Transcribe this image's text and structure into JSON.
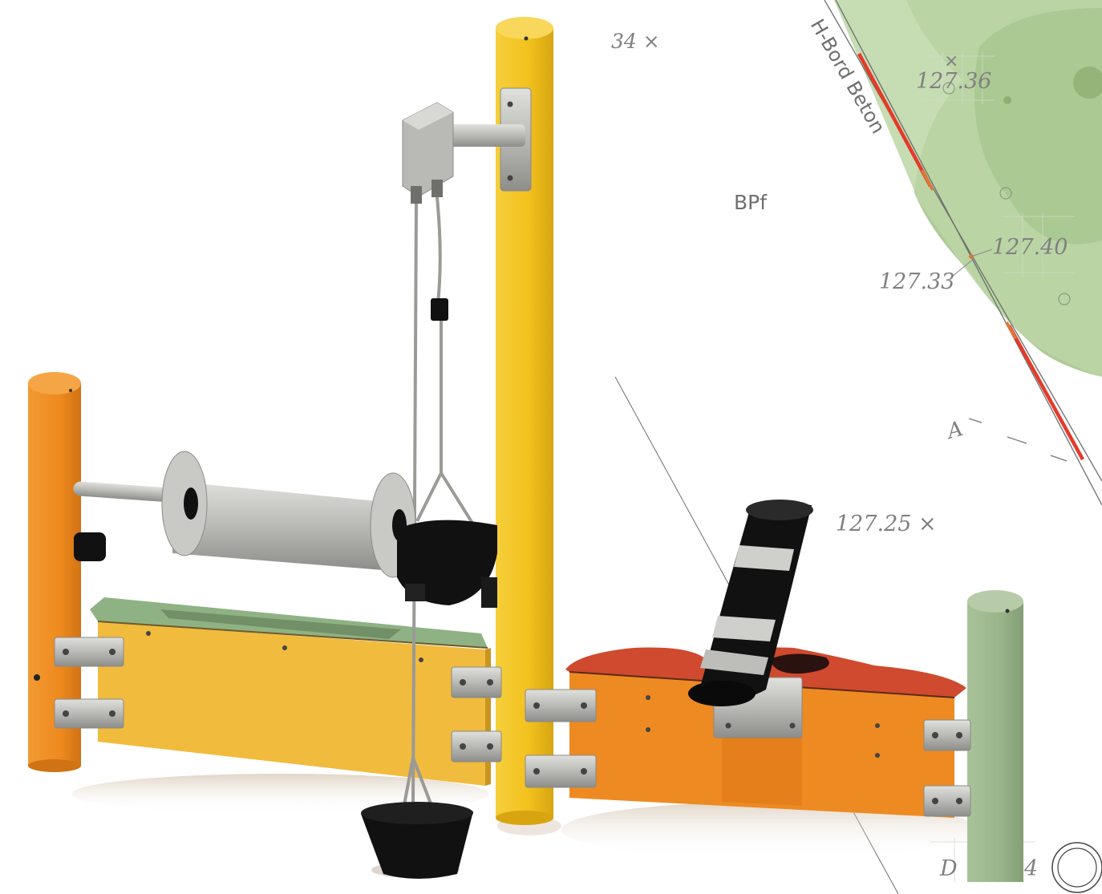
{
  "site_plan": {
    "label_top": "34 ×",
    "elevation_1": "127.36",
    "elevation_2": "127.40",
    "elevation_3": "127.33",
    "elevation_4": "127.25 ×",
    "zone_label": "BPf",
    "curb_label": "H-Bord Beton",
    "section_label": "A",
    "bottom_label_left": "D",
    "bottom_label_right": "4",
    "colors": {
      "green_area": "#b9d3a4",
      "green_dark": "#9fbf84",
      "curb_red": "#e53a2a",
      "line": "#6e6e6e"
    }
  },
  "equipment": {
    "colors": {
      "post_orange": "#ee8a1e",
      "post_yellow": "#f3c21e",
      "post_green": "#9ab48a",
      "panel_yellow": "#f1bb3d",
      "panel_orange": "#ee8a22",
      "top_green": "#8fb284",
      "top_red": "#cf4a2e",
      "metal": "#b9b9b5",
      "black": "#111111"
    },
    "icons": [
      "winch-reel",
      "bucket-pulley",
      "water-pipe",
      "bucket"
    ]
  }
}
